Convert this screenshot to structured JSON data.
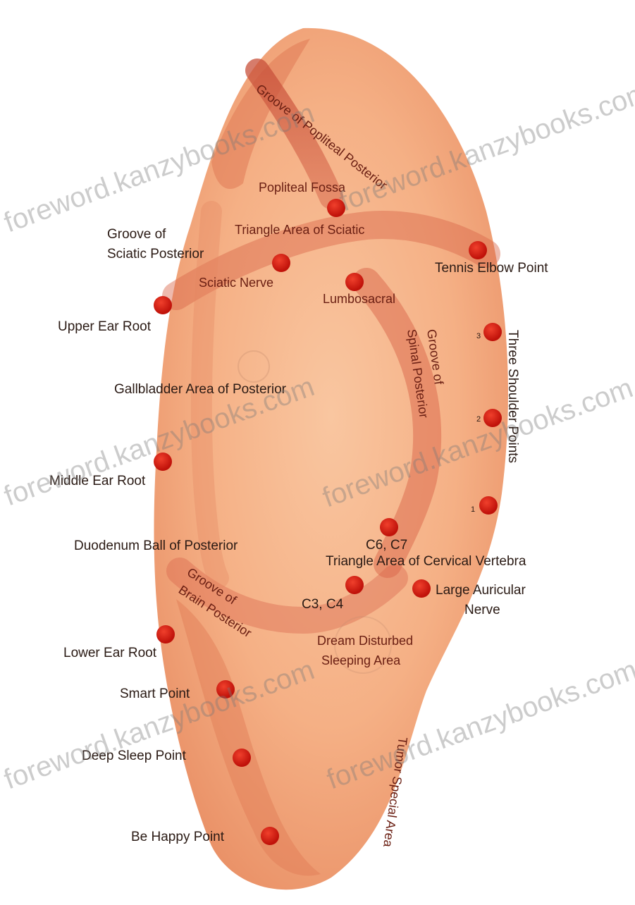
{
  "labels": {
    "groove_popliteal": "Groove of Popliteal Posterior",
    "popliteal_fossa": "Popliteal Fossa",
    "groove_sciatic": "Groove of",
    "groove_sciatic_2": "Sciatic Posterior",
    "triangle_sciatic": "Triangle Area of Sciatic",
    "tennis_elbow": "Tennis Elbow Point",
    "sciatic_nerve": "Sciatic Nerve",
    "lumbosacral": "Lumbosacral",
    "upper_ear_root": "Upper Ear Root",
    "groove_spinal": "Groove of",
    "groove_spinal_2": "Spinal Posterior",
    "three_shoulder": "Three Shoulder Points",
    "gallbladder": "Gallbladder Area of Posterior",
    "middle_ear_root": "Middle Ear Root",
    "duodenum": "Duodenum Ball of Posterior",
    "c6c7": "C6, C7",
    "triangle_cervical": "Triangle Area of Cervical Vertebra",
    "groove_brain": "Groove of",
    "groove_brain_2": "Brain Posterior",
    "c3c4": "C3, C4",
    "large_auricular": "Large Auricular",
    "large_auricular_2": "Nerve",
    "lower_ear_root": "Lower Ear Root",
    "dream_disturbed": "Dream Disturbed",
    "dream_disturbed_2": "Sleeping Area",
    "smart_point": "Smart Point",
    "deep_sleep": "Deep Sleep Point",
    "tumor_special": "Tumor Special Area",
    "be_happy": "Be Happy Point",
    "shoulder_1": "1",
    "shoulder_2": "2",
    "shoulder_3": "3"
  },
  "watermark": "foreword.kanzybooks.com",
  "colors": {
    "skin_light": "#f7b98e",
    "skin_mid": "#ef9a6c",
    "groove": "#d9654a",
    "point": "#d61b12",
    "background": "#ffffff"
  }
}
